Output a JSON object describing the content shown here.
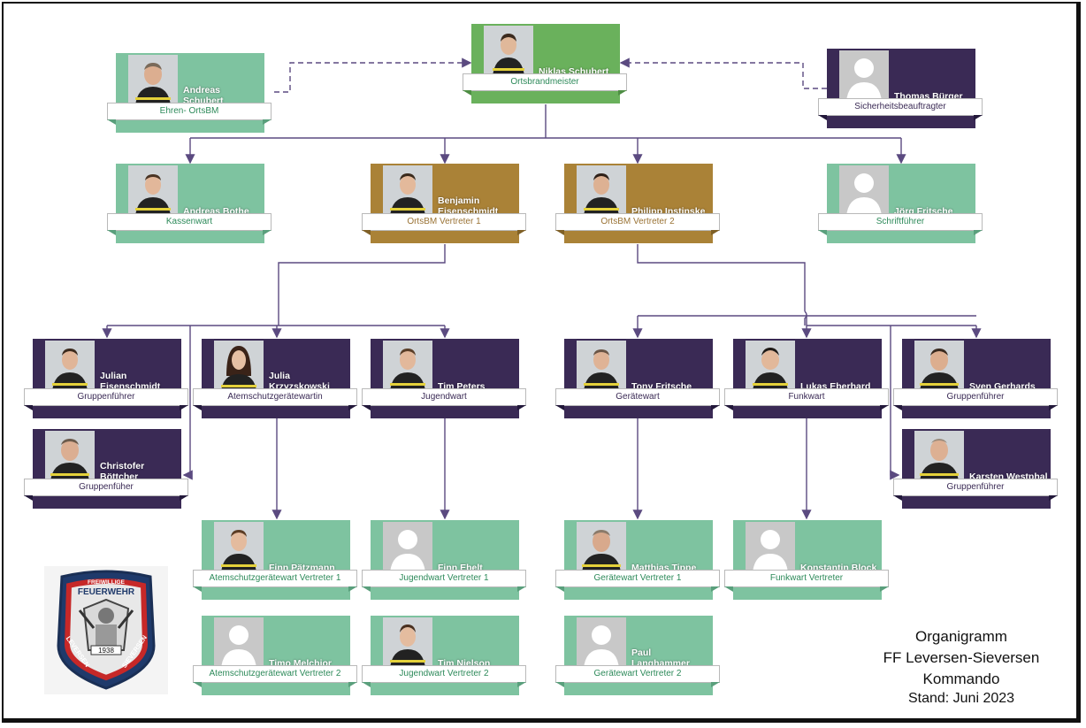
{
  "title": {
    "line1": "Organigramm",
    "line2": "FF Leversen-Sieversen",
    "line3": "Kommando",
    "stand": "Stand: Juni 2023"
  },
  "logo": {
    "top_text": "FREIWILLIGE",
    "mid_text": "FEUERWEHR",
    "left_text": "LEVERSEN",
    "right_text": "SIEVERSEN",
    "year": "1938"
  },
  "colors": {
    "green": "#7ec3a0",
    "dark_green": "#6ab15c",
    "purple": "#3a2a55",
    "gold": "#aa8237",
    "connector": "#5b4a80"
  },
  "people": {
    "niklas": {
      "name": "Niklas Schubert",
      "role": "Ortsbrandmeister"
    },
    "andreas_s": {
      "name": "Andreas Schubert",
      "role": "Ehren- OrtsBM"
    },
    "thomas": {
      "name": "Thomas Bürger",
      "role": "Sicherheitsbeauftragter"
    },
    "andreas_b": {
      "name": "Andreas Bothe",
      "role": "Kassenwart"
    },
    "benjamin": {
      "name": "Benjamin Eisenschmidt",
      "role": "OrtsBM Vertreter 1"
    },
    "philipp": {
      "name": "Philipp Instinske",
      "role": "OrtsBM Vertreter 2"
    },
    "joerg": {
      "name": "Jörg Fritsche",
      "role": "Schriftführer"
    },
    "julian": {
      "name": "Julian Eisenschmidt",
      "role": "Gruppenführer"
    },
    "christofer": {
      "name": "Christofer Böttcher",
      "role": "Gruppenfüher"
    },
    "julia": {
      "name": "Julia Krzyzskowski",
      "role": "Atemschutzgerätewartin"
    },
    "tim_p": {
      "name": "Tim Peters",
      "role": "Jugendwart"
    },
    "tony": {
      "name": "Tony Fritsche",
      "role": "Gerätewart"
    },
    "lukas": {
      "name": "Lukas Eberhard",
      "role": "Funkwart"
    },
    "sven": {
      "name": "Sven Gerhards",
      "role": "Gruppenführer"
    },
    "karsten": {
      "name": "Karsten Westphal",
      "role": "Gruppenführer"
    },
    "finn_p": {
      "name": "Finn Pätzmann",
      "role": "Atemschutzgerätewart Vertreter 1"
    },
    "finn_e": {
      "name": "Finn Ebelt",
      "role": "Jugendwart Vertreter 1"
    },
    "matthias": {
      "name": "Matthias Tippe",
      "role": "Gerätewart Vertreter 1"
    },
    "konstantin": {
      "name": "Konstantin Block",
      "role": "Funkwart Vertreter"
    },
    "timo": {
      "name": "Timo Melchior",
      "role": "Atemschutzgerätewart Vertreter 2"
    },
    "tim_n": {
      "name": "Tim Nielson",
      "role": "Jugendwart Vertreter 2"
    },
    "paul": {
      "name": "Paul Langhammer",
      "role": "Gerätewart Vertreter 2"
    }
  }
}
